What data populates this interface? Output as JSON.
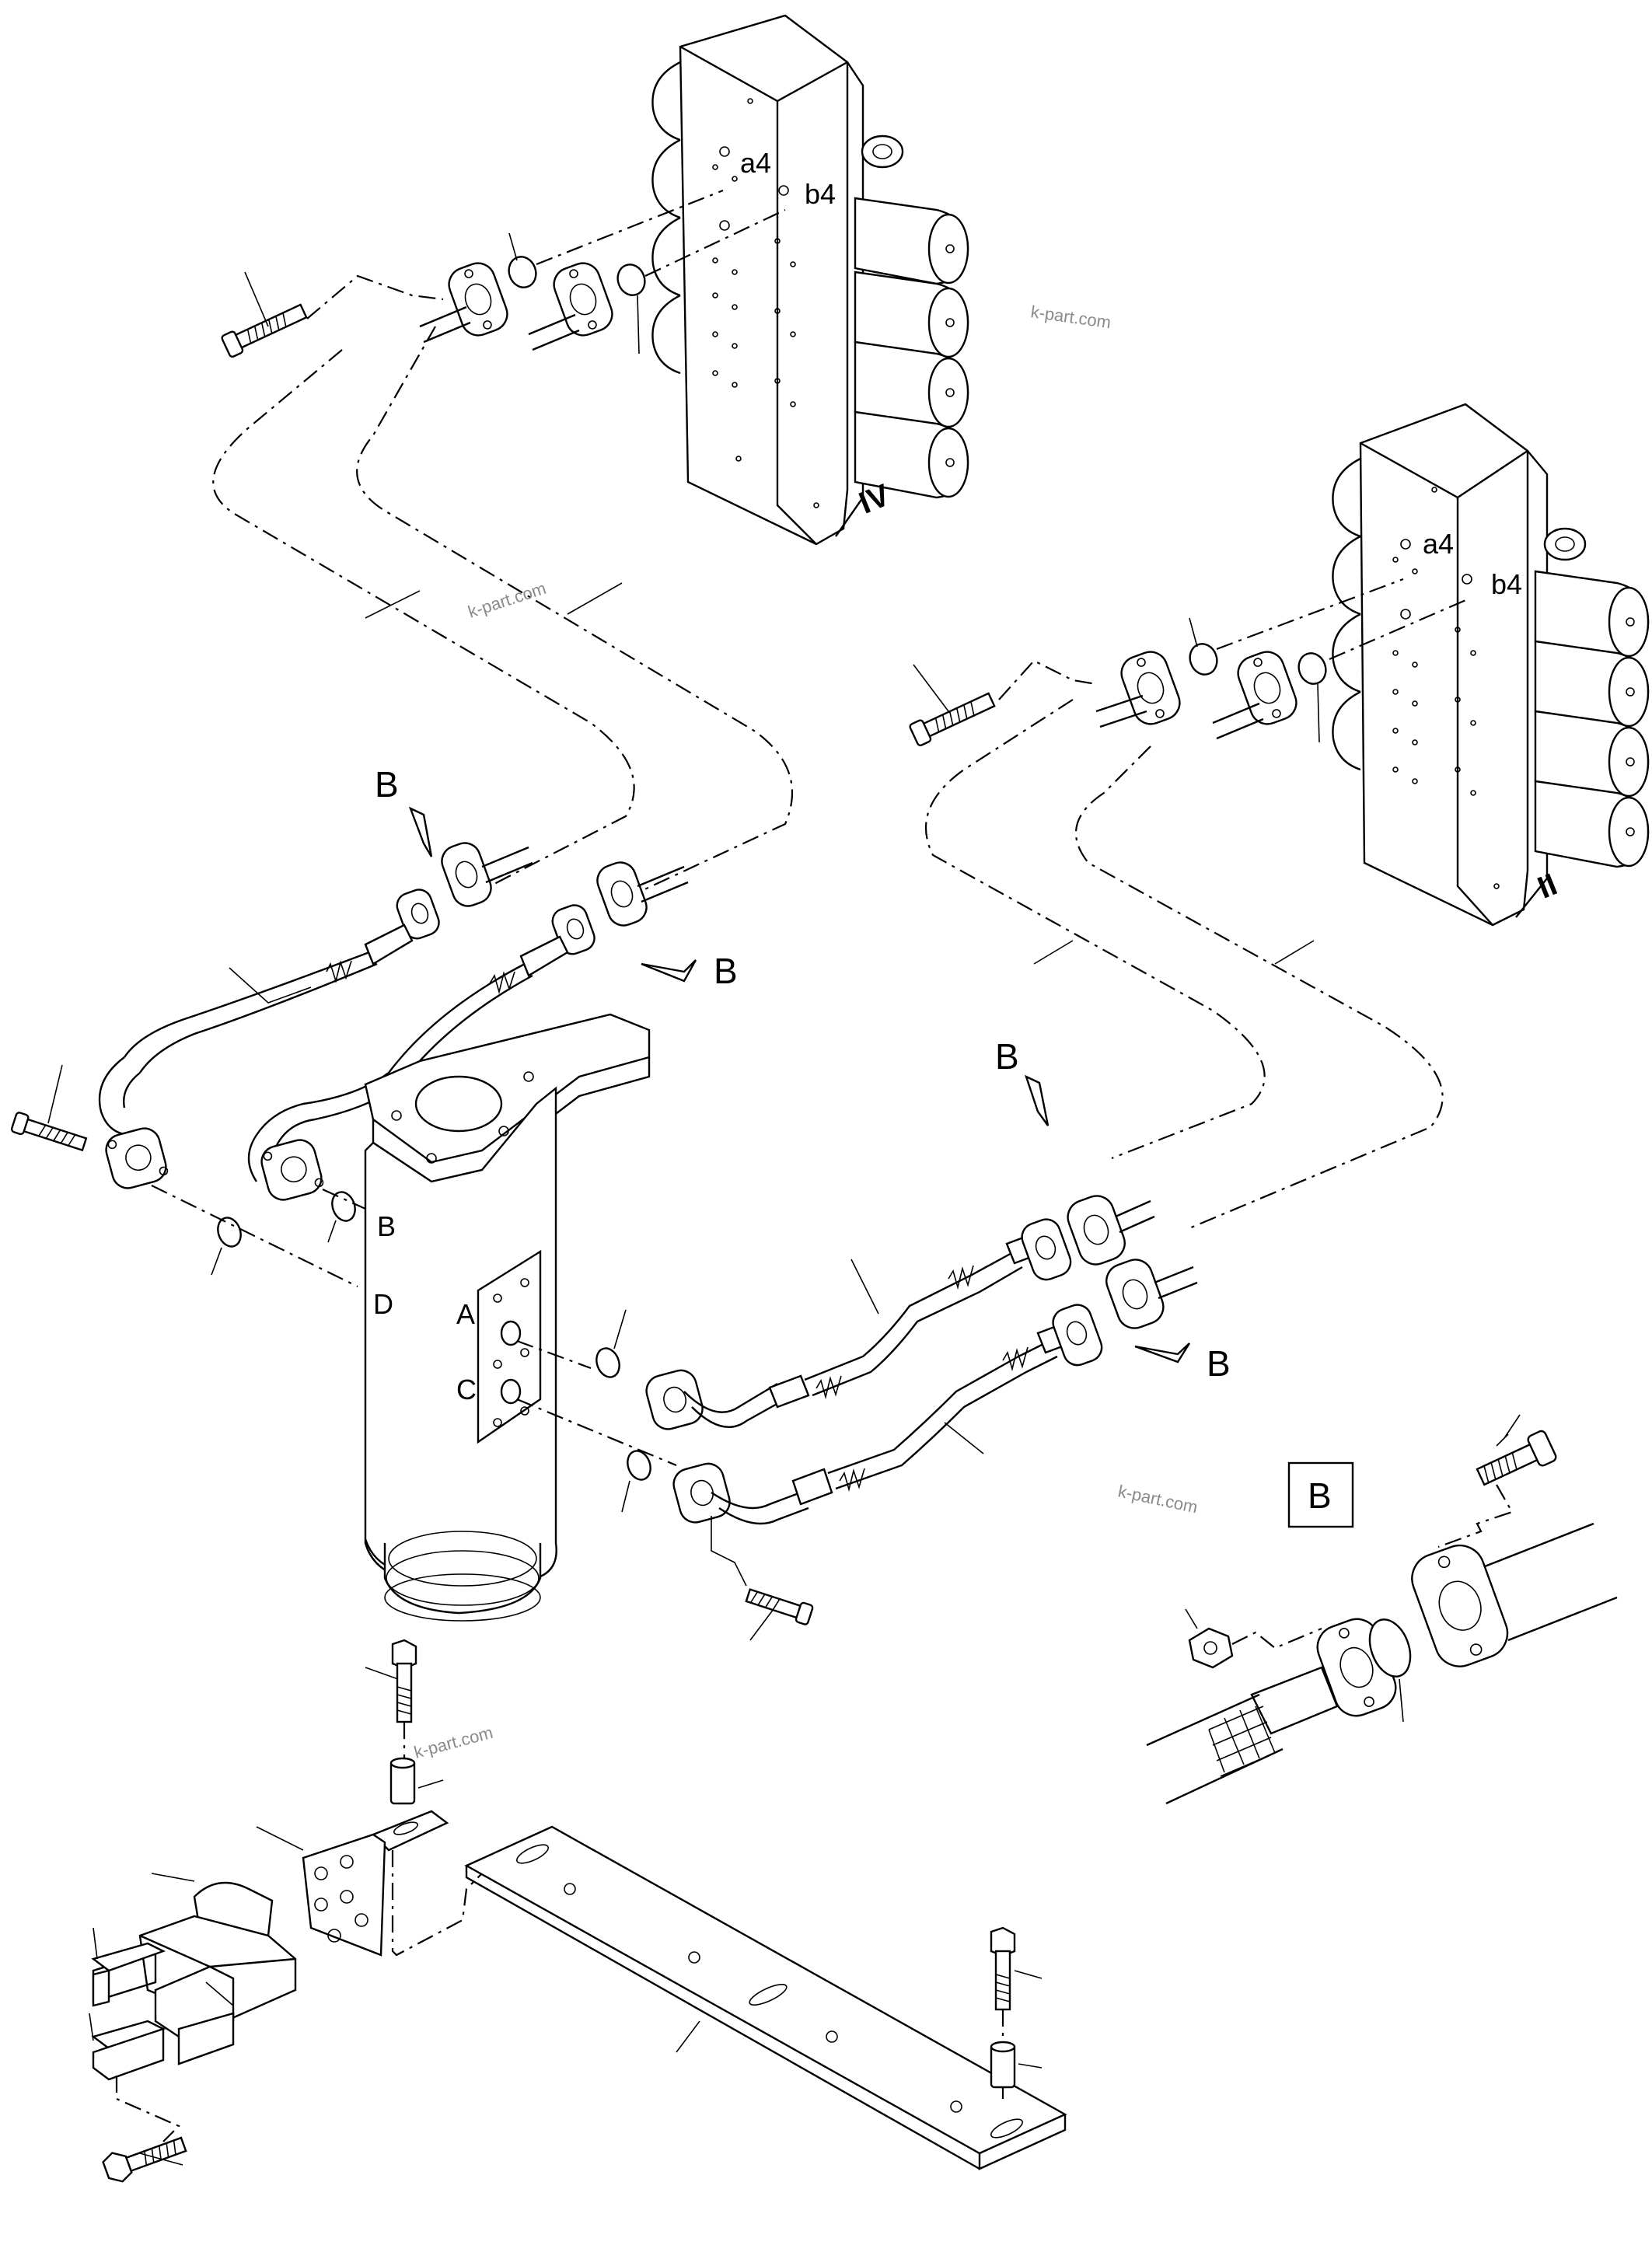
{
  "valves": {
    "upper": {
      "name": "IV",
      "port_a": "a4",
      "port_b": "b4"
    },
    "right": {
      "name": "II",
      "port_a": "a4",
      "port_b": "b4"
    }
  },
  "callouts": {
    "b1": "B",
    "b2": "B",
    "b3": "B",
    "b4": "B"
  },
  "swivel_ports": {
    "b": "B",
    "d": "D",
    "a": "A",
    "c": "C"
  },
  "detail": {
    "label": "B"
  },
  "watermark": {
    "text": "k-part.com"
  }
}
